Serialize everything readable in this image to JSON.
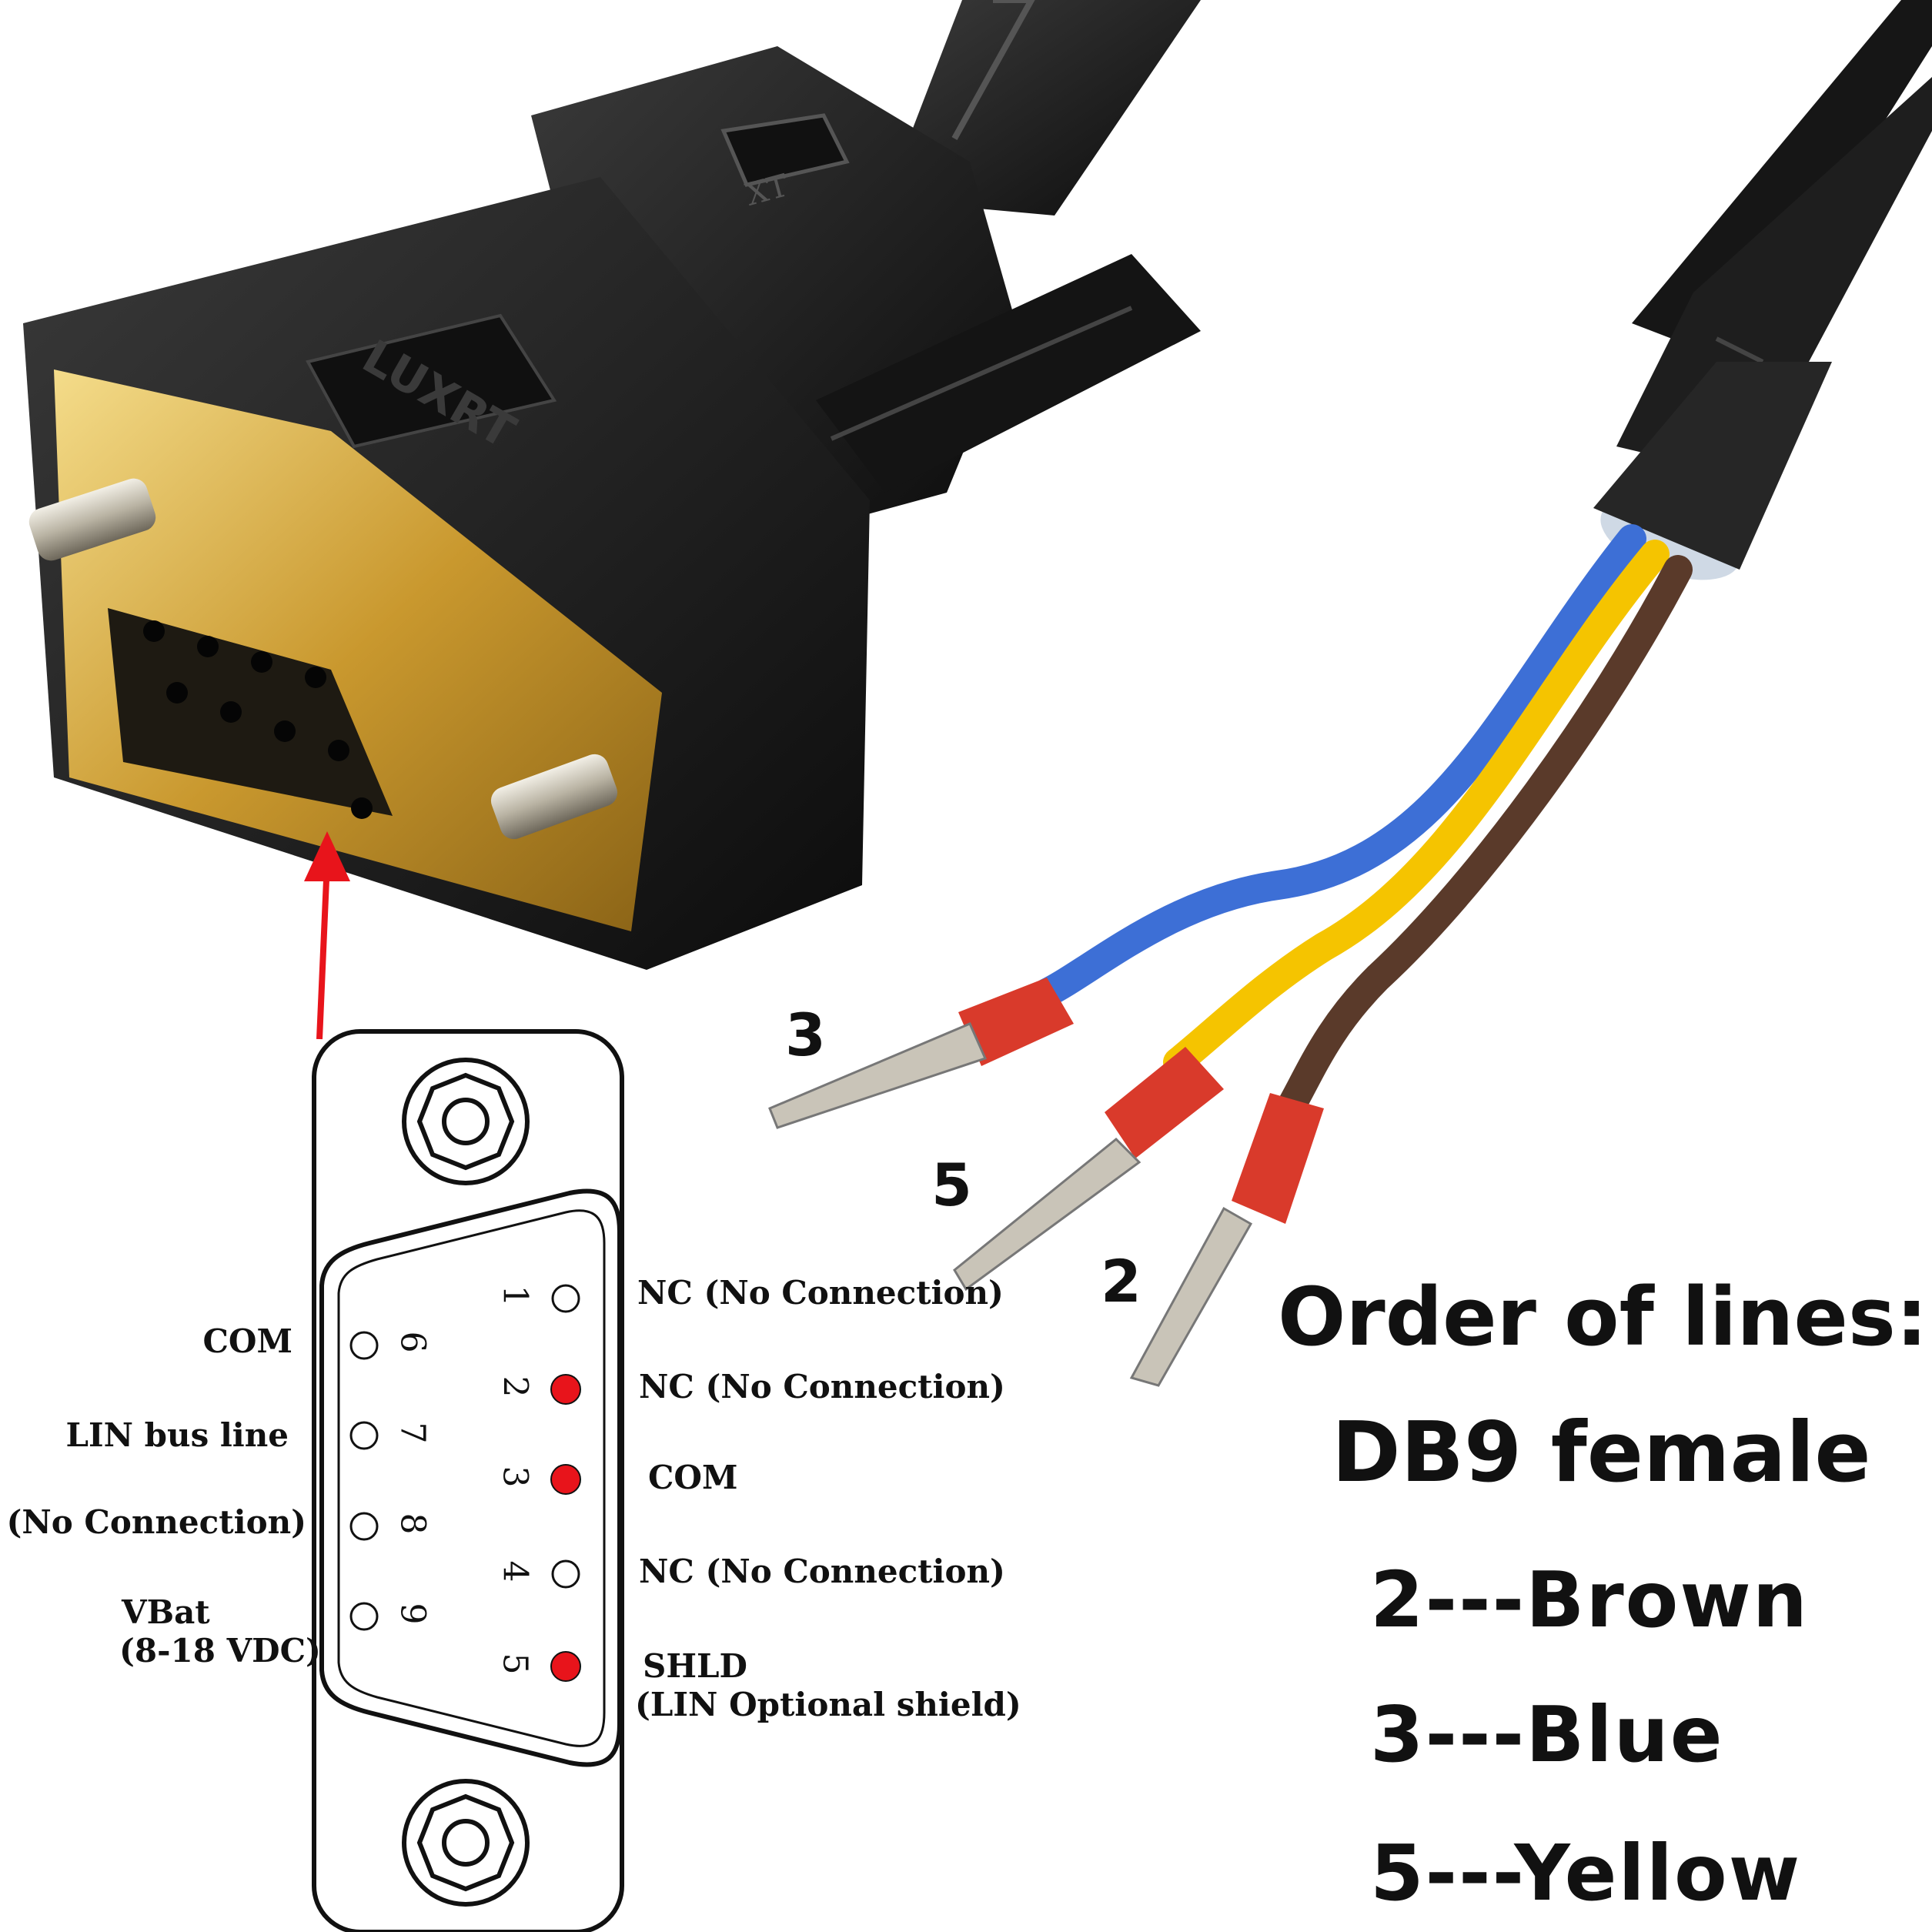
{
  "brand_mark": "XT",
  "connector_brand": "LUXRT",
  "pinout": {
    "right": [
      {
        "pin": "1",
        "label": "NC (No Connection)",
        "used": false
      },
      {
        "pin": "2",
        "label": "NC (No Connection)",
        "used": true
      },
      {
        "pin": "3",
        "label": "COM",
        "used": true
      },
      {
        "pin": "4",
        "label": "NC (No Connection)",
        "used": false
      },
      {
        "pin": "5",
        "label": "SHLD",
        "label2": "(LIN Optional shield)",
        "used": true
      }
    ],
    "left": [
      {
        "pin": "6",
        "label": "COM",
        "used": false
      },
      {
        "pin": "7",
        "label": "LIN bus line",
        "used": false
      },
      {
        "pin": "8",
        "label": "NQ (No Connection)",
        "used": false
      },
      {
        "pin": "9",
        "label": "VBat",
        "label2": "(8-18 VDC)",
        "used": false
      }
    ]
  },
  "wires": [
    {
      "num": "3",
      "color_name": "Blue",
      "color": "#3d6fd6"
    },
    {
      "num": "5",
      "color_name": "Yellow",
      "color": "#f5c400"
    },
    {
      "num": "2",
      "color_name": "Brown",
      "color": "#5a3a2a"
    }
  ],
  "order": {
    "title": "Order of lines:",
    "subtitle": "DB9 female",
    "lines": [
      "2---Brown",
      "3---Blue",
      "5---Yellow"
    ]
  },
  "colors": {
    "used_pin": "#e8141b",
    "arrow": "#e8141b",
    "ferrule": "#d93a2b",
    "gold": "#d9b04a",
    "body": "#1b1b1b"
  }
}
